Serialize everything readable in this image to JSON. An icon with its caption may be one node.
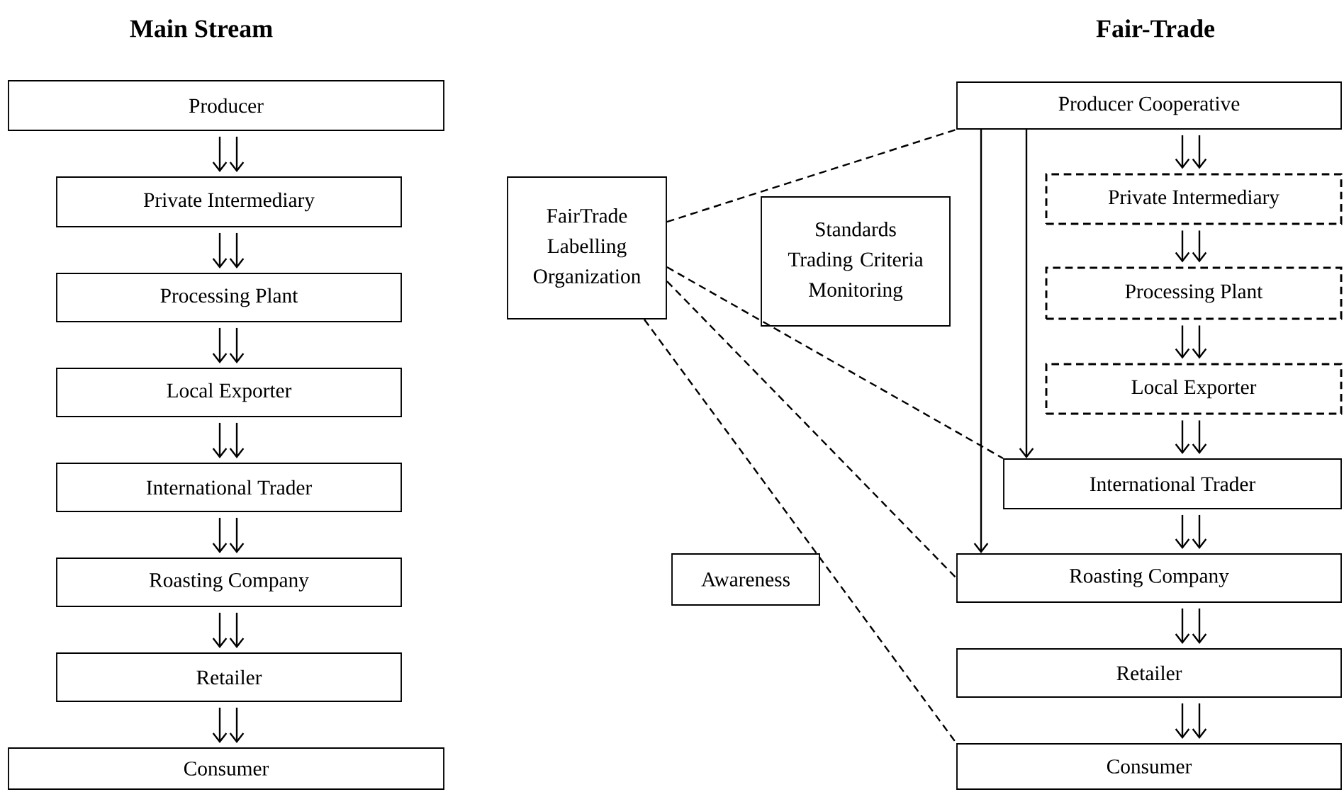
{
  "diagram": {
    "nodes": [
      {
        "text": [
          "Producer"
        ]
      },
      {
        "text": [
          "Private Intermediary"
        ]
      },
      {
        "text": [
          "Processing Plant"
        ]
      },
      {
        "text": [
          "Local Exporter"
        ]
      },
      {
        "text": [
          "International Trader"
        ]
      },
      {
        "text": [
          "Roasting Company"
        ]
      },
      {
        "text": [
          "Retailer"
        ]
      },
      {
        "text": [
          "Consumer"
        ]
      },
      {
        "text": [
          "FairTrade Labelling Organization"
        ]
      },
      {
        "text": [
          "Standards Trading Criteria Monitoring"
        ]
      },
      {
        "text": [
          "Awareness"
        ]
      },
      {
        "text": [
          "Producer Cooperative"
        ]
      },
      {
        "text": [
          "Private Intermediary"
        ]
      },
      {
        "text": [
          "Processing Plant"
        ]
      },
      {
        "text": [
          "Local Exporter"
        ]
      },
      {
        "text": [
          "International Trader"
        ]
      },
      {
        "text": [
          "Roasting Company"
        ]
      },
      {
        "text": [
          "Retailer"
        ]
      },
      {
        "text": [
          "Consumer"
        ]
      }
    ],
    "edges": [
      {
        "from": 0,
        "to": 1,
        "arrow": "to"
      },
      {
        "from": 1,
        "to": 2,
        "arrow": "to"
      },
      {
        "from": 2,
        "to": 3,
        "arrow": "to"
      },
      {
        "from": 3,
        "to": 4,
        "arrow": "to"
      },
      {
        "from": 4,
        "to": 5,
        "arrow": "to"
      },
      {
        "from": 5,
        "to": 6,
        "arrow": "to"
      },
      {
        "from": 6,
        "to": 7,
        "arrow": "to"
      },
      {
        "from": 11,
        "to": 12,
        "arrow": "to"
      },
      {
        "from": 12,
        "to": 13,
        "arrow": "to"
      },
      {
        "from": 13,
        "to": 14,
        "arrow": "to"
      },
      {
        "from": 14,
        "to": 15,
        "arrow": "to"
      },
      {
        "from": 15,
        "to": 16,
        "arrow": "to"
      },
      {
        "from": 16,
        "to": 17,
        "arrow": "to"
      },
      {
        "from": 17,
        "to": 18,
        "arrow": "to"
      },
      {
        "from": 11,
        "to": 16,
        "arrow": "to"
      },
      {
        "from": 11,
        "to": 15,
        "arrow": "to"
      },
      {
        "from": 8,
        "to": 11,
        "arrow": "none",
        "style": "dashed"
      },
      {
        "from": 8,
        "to": 15,
        "arrow": "none",
        "style": "dashed"
      },
      {
        "from": 8,
        "to": 16,
        "arrow": "none",
        "style": "dashed"
      },
      {
        "from": 8,
        "to": 18,
        "arrow": "none",
        "style": "dashed"
      }
    ],
    "labels": [
      "Main Stream",
      "Fair-Trade"
    ]
  }
}
